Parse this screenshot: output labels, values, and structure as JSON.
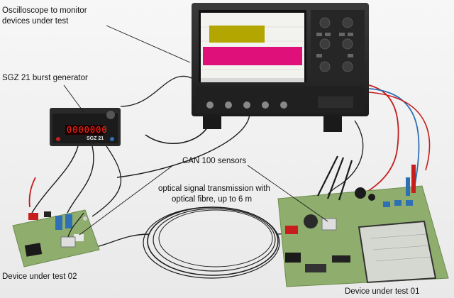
{
  "labels": {
    "oscilloscope_line1": "Oscilloscope to monitor",
    "oscilloscope_line2": "devices under test",
    "burst_generator": "SGZ 21 burst generator",
    "can_sensors": "CAN 100 sensors",
    "optical_line1": "optical signal transmission with",
    "optical_line2": "optical fibre, up to 6 m",
    "dut02": "Device under test 02",
    "dut01": "Device under test 01"
  },
  "device": {
    "generator_panel_name": "SGZ 21",
    "generator_display": "0000000"
  },
  "colors": {
    "scope_trace_yellow": "#b3a600",
    "scope_trace_magenta": "#e0107a",
    "pcb_green": "#8fae6e",
    "cable_red": "#c61d1d",
    "cable_blue": "#2f6fb4"
  }
}
